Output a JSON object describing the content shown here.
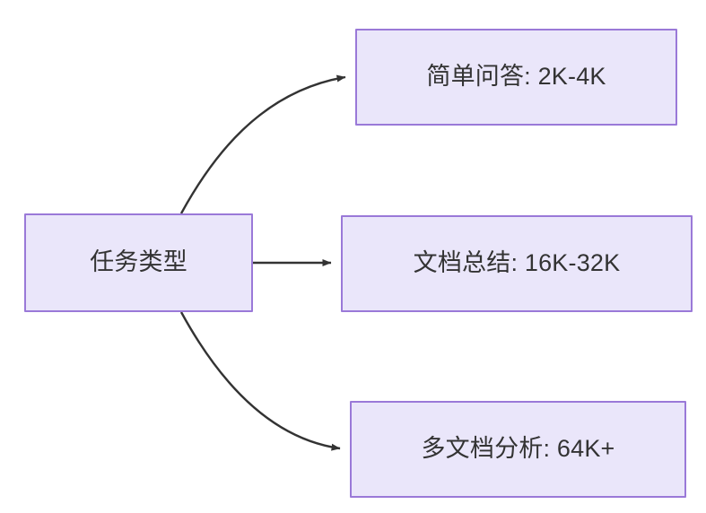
{
  "diagram": {
    "type": "flowchart",
    "direction": "left-to-right",
    "background_color": "#ffffff",
    "node_fill_color": "#eae6fa",
    "node_border_color": "#9a79d8",
    "node_text_color": "#333333",
    "edge_color": "#333333",
    "nodes": [
      {
        "id": "root",
        "label": "任务类型"
      },
      {
        "id": "simple_qa",
        "label": "简单问答: 2K-4K"
      },
      {
        "id": "doc_summary",
        "label": "文档总结: 16K-32K"
      },
      {
        "id": "multi_doc",
        "label": "多文档分析: 64K+"
      }
    ],
    "edges": [
      {
        "from": "root",
        "to": "simple_qa",
        "label": "",
        "style": "curved-arrow"
      },
      {
        "from": "root",
        "to": "doc_summary",
        "label": "",
        "style": "straight-arrow"
      },
      {
        "from": "root",
        "to": "multi_doc",
        "label": "",
        "style": "curved-arrow"
      }
    ]
  }
}
